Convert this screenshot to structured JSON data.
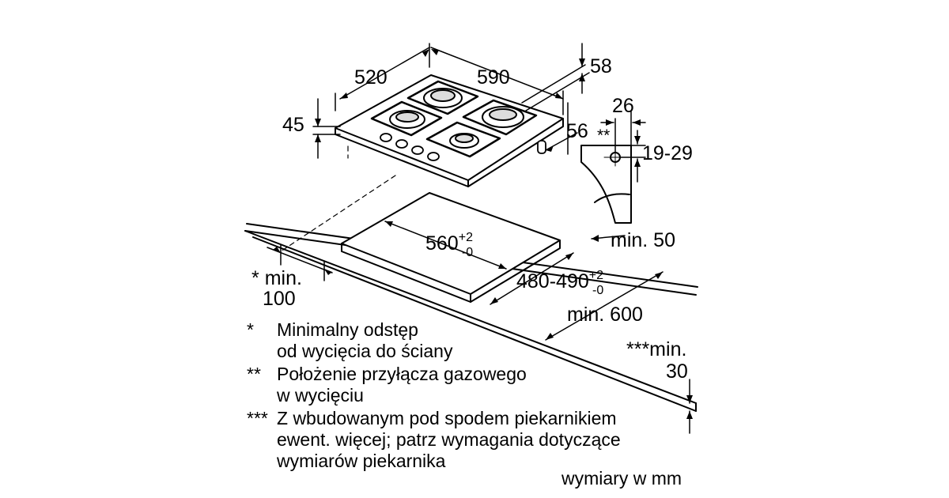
{
  "dimensions": {
    "depth": "520",
    "width": "590",
    "height": "45",
    "rear_offset": "58",
    "side_offset": "56",
    "gas_offset": "26",
    "gas_mark": "**",
    "gas_height": "19-29",
    "min_front": "min. 50",
    "cutout_width": "560",
    "cutout_width_tol_plus": "+2",
    "cutout_width_tol_minus": "-0",
    "cutout_depth": "480-490",
    "cutout_depth_tol_plus": "+2",
    "cutout_depth_tol_minus": "-0",
    "min_wall_mark": "*",
    "min_wall_a": "min.",
    "min_wall_b": "100",
    "min_worktop": "min. 600",
    "min_below_a": "***min.",
    "min_below_b": "30"
  },
  "notes": [
    {
      "mark": "*",
      "lines": [
        "Minimalny odstęp",
        "od wycięcia do ściany"
      ]
    },
    {
      "mark": "**",
      "lines": [
        "Położenie przyłącza gazowego",
        "w wycięciu"
      ]
    },
    {
      "mark": "***",
      "lines": [
        "Z wbudowanym pod spodem piekarnikiem",
        "ewent. więcej; patrz wymagania dotyczące",
        "wymiarów piekarnika"
      ]
    }
  ],
  "units_note": "wymiary w mm"
}
